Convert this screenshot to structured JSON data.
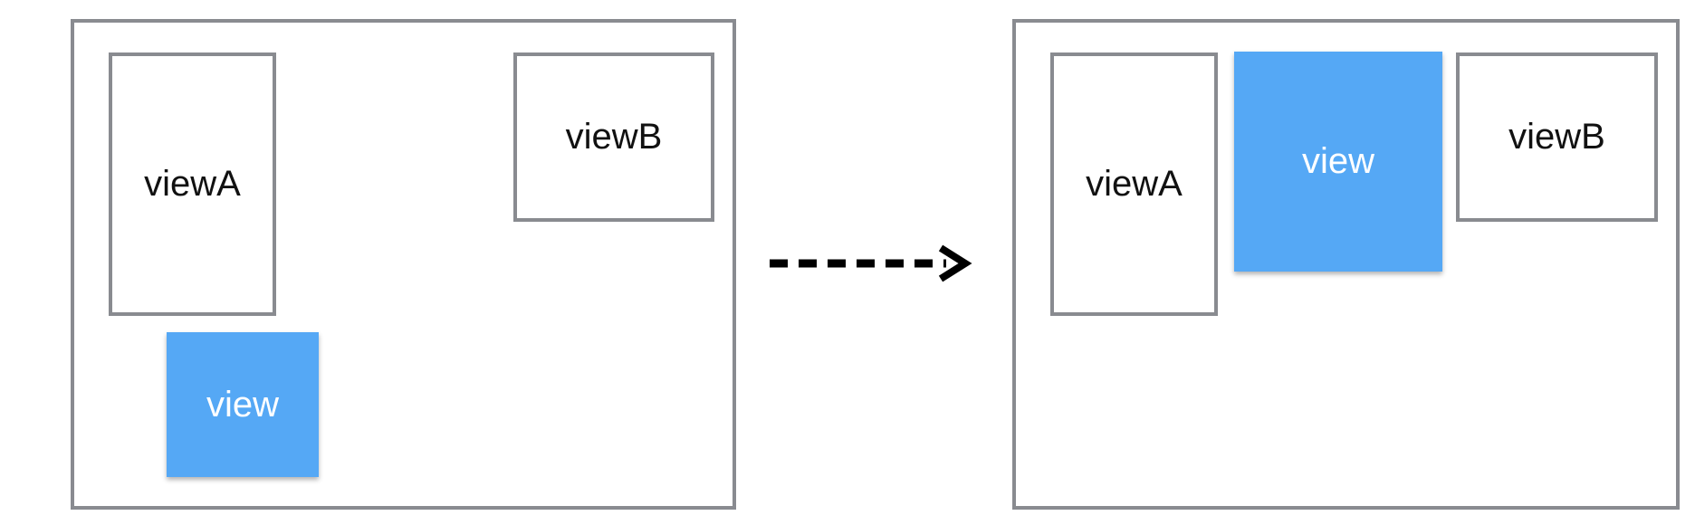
{
  "colors": {
    "frame_border": "#898b90",
    "moving_view": "#55a8f5",
    "arrow": "#000000"
  },
  "before": {
    "view_a_label": "viewA",
    "view_b_label": "viewB",
    "moving_view_label": "view"
  },
  "after": {
    "view_a_label": "viewA",
    "view_b_label": "viewB",
    "moving_view_label": "view"
  },
  "arrow": {
    "style": "dashed",
    "direction": "right",
    "icon": "dashed-arrow-right-icon"
  }
}
